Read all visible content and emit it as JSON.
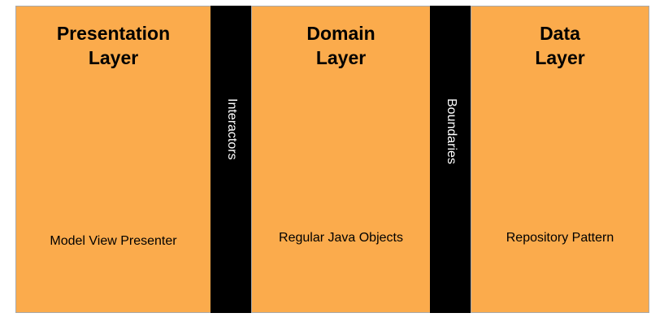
{
  "diagram": {
    "layers": [
      {
        "title": "Presentation\nLayer",
        "subtitle": "Model View Presenter"
      },
      {
        "title": "Domain\nLayer",
        "subtitle": "Regular Java Objects"
      },
      {
        "title": "Data\nLayer",
        "subtitle": "Repository Pattern"
      }
    ],
    "connectors": [
      {
        "label": "Interactors"
      },
      {
        "label": "Boundaries"
      }
    ]
  },
  "colors": {
    "layer_fill": "#fbab4c",
    "connector_fill": "#000000",
    "layer_border": "#a9a9a9"
  }
}
